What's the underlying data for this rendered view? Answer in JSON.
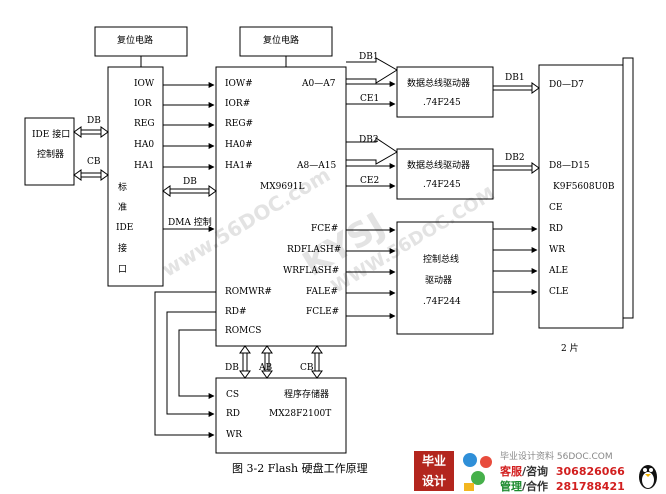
{
  "caption": "图 3-2  Flash 硬盘工作原理",
  "watermark": {
    "url": "www.56DOC.com",
    "mid": "WWW.56DOC.COM",
    "core": "KYSJ"
  },
  "blocks": {
    "reset1": "复位电路",
    "reset2": "复位电路",
    "ide_ctrl": [
      "IDE 接口",
      "控制器"
    ],
    "ide_box": [
      "IOW",
      "IOR",
      "REG",
      "HA0",
      "HA1"
    ],
    "ide_std": [
      "标",
      "准",
      "IDE",
      "接",
      "口"
    ],
    "mx_left": [
      "IOW#",
      "IOR#",
      "REG#",
      "HA0#",
      "HA1#"
    ],
    "mx_a0": "A0—A7",
    "mx_a8": "A8—A15",
    "mx_name": "MX9691L",
    "mx_right": [
      "FCE#",
      "RDFLASH#",
      "WRFLASH#",
      "FALE#",
      "FCLE#"
    ],
    "mx_bottom": [
      "ROMWR#",
      "RD#",
      "ROMCS"
    ],
    "dbuf1": [
      "数据总线驱动器",
      ".74F245"
    ],
    "dbuf2": [
      "数据总线驱动器",
      ".74F245"
    ],
    "cbuf": [
      "控制总线",
      "驱动器",
      ".74F244"
    ],
    "flash": [
      "D0—D7",
      "D8—D15",
      "K9F5608U0B",
      "CE",
      "RD",
      "WR",
      "ALE",
      "CLE"
    ],
    "rom": {
      "pins": [
        "CS",
        "RD",
        "WR"
      ],
      "title": "程序存储器",
      "part": "MX28F2100T"
    }
  },
  "labels": {
    "db": "DB",
    "cb": "CB",
    "db_mid": "DB",
    "dma": "DMA 控制",
    "db1": "DB1",
    "db1b": "DB1",
    "ce1": "CE1",
    "db2": "DB2",
    "db2b": "DB2",
    "ce2": "CE2",
    "db_rom": "DB",
    "ab_rom": "AB",
    "cb_rom": "CB",
    "chips": "2 片"
  },
  "logo": {
    "badge": [
      "毕业",
      "设计"
    ],
    "site": "毕业设计资料 56DOC.COM",
    "row1_a": "客服",
    "row1_b": "/咨询",
    "row1_num": "306826066",
    "row2_a": "管理",
    "row2_b": "/合作",
    "row2_num": "281788421"
  }
}
